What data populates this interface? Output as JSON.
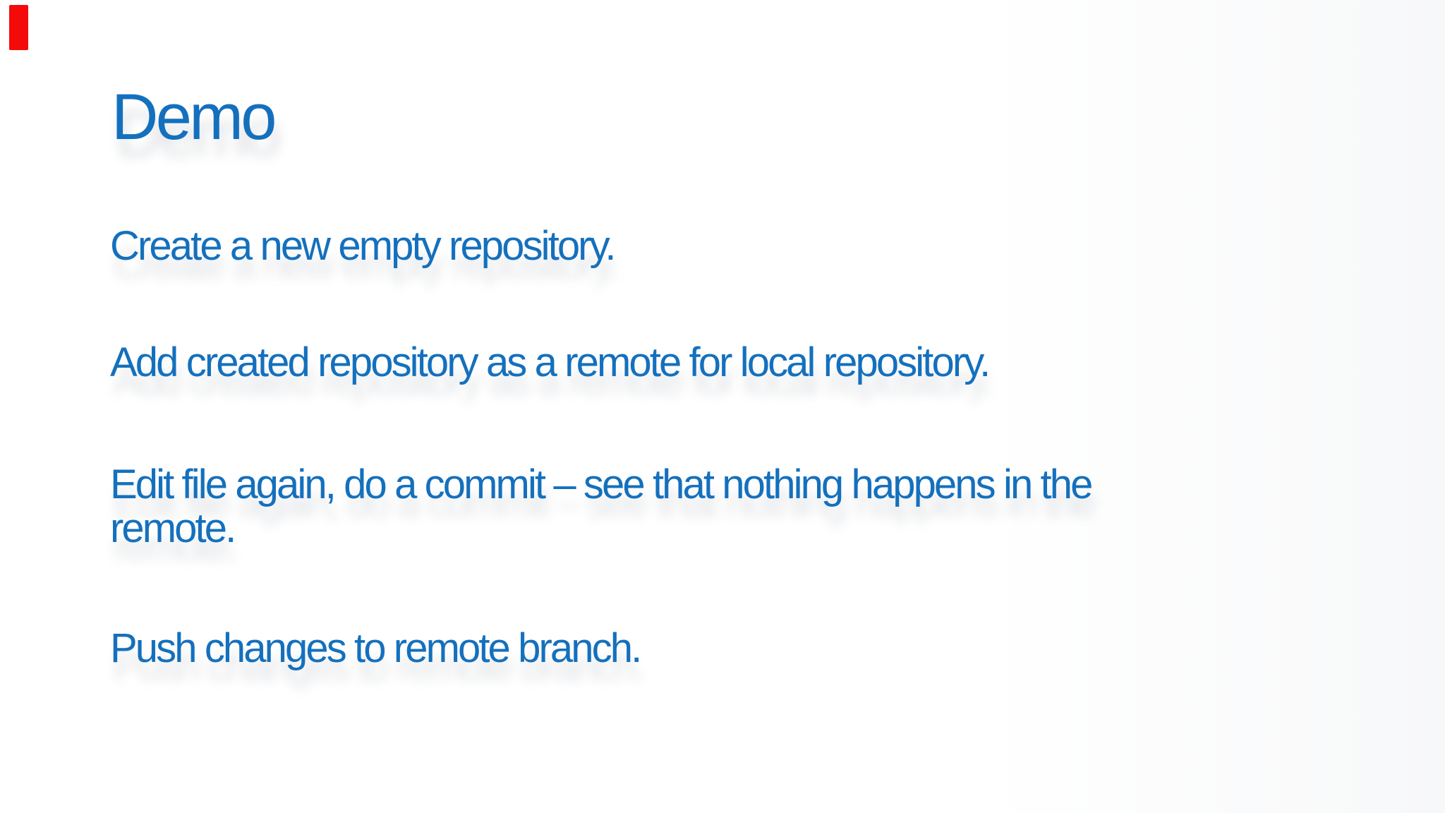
{
  "slide": {
    "title": "Demo",
    "bullets": [
      {
        "lines": [
          "Create a new empty repository."
        ]
      },
      {
        "lines": [
          "Add created repository as a remote for local repository."
        ]
      },
      {
        "lines": [
          "Edit file again, do a commit – see that nothing happens in the",
          "remote."
        ]
      },
      {
        "lines": [
          "Push changes to remote branch."
        ]
      }
    ],
    "colors": {
      "text_blue": "#1470bd",
      "record_red": "#f50a0a",
      "background": "#ffffff"
    }
  }
}
